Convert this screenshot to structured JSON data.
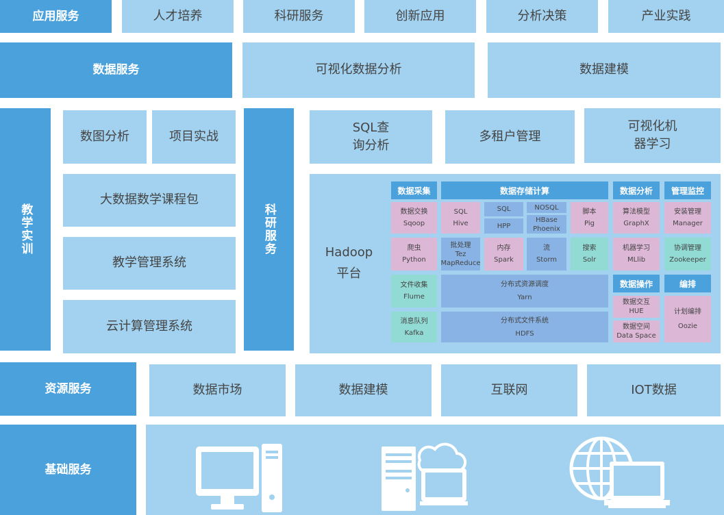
{
  "rows": {
    "app": {
      "label": "应用服务",
      "items": [
        "人才培养",
        "科研服务",
        "创新应用",
        "分析决策",
        "产业实践"
      ]
    },
    "data": {
      "label": "数据服务",
      "items": [
        "可视化数据分析",
        "数据建模"
      ]
    },
    "teaching": {
      "label": "教学实训",
      "small": [
        "数图分析",
        "项目实战"
      ],
      "items": [
        "大数据数学课程包",
        "教学管理系统",
        "云计算管理系统"
      ]
    },
    "research": {
      "label": "科研服务",
      "top": [
        "SQL查\n询分析",
        "多租户管理",
        "可视化机\n器学习"
      ]
    },
    "resource": {
      "label": "资源服务",
      "items": [
        "数据市场",
        "数据建模",
        "互联网",
        "IOT数据"
      ]
    },
    "infra": {
      "label": "基础服务",
      "icons": [
        "desktop-computer-icon",
        "server-cloud-laptop-icon",
        "globe-laptop-icon"
      ]
    }
  },
  "hadoop": {
    "title": "Hadoop\n平台",
    "headers": {
      "collect": "数据采集",
      "storage": "数据存储计算",
      "analysis": "数据分析",
      "monitor": "管理监控",
      "operation": "数据操作",
      "orchestration": "编排"
    },
    "cells": {
      "sqoop": [
        "数据交换",
        "Sqoop"
      ],
      "python": [
        "爬虫",
        "Python"
      ],
      "flume": [
        "文件收集",
        "Flume"
      ],
      "kafka": [
        "消息队列",
        "Kafka"
      ],
      "hive": [
        "SQL",
        "Hive"
      ],
      "hpp": [
        "SQL",
        "HPP"
      ],
      "nosql_top": "NOSQL",
      "hbase": [
        "HBase",
        "Phoenix"
      ],
      "pig": [
        "脚本",
        "Pig"
      ],
      "mapreduce": [
        "批处理",
        "Tez",
        "MapReduce"
      ],
      "spark": [
        "内存",
        "Spark"
      ],
      "storm": [
        "流",
        "Storm"
      ],
      "solr": [
        "搜索",
        "Solr"
      ],
      "yarn": [
        "分布式资源调度",
        "Yarn"
      ],
      "hdfs": [
        "分布式文件系统",
        "HDFS"
      ],
      "graphx": [
        "算法模型",
        "GraphX"
      ],
      "mllib": [
        "机器学习",
        "MLlib"
      ],
      "manager": [
        "安装管理",
        "Manager"
      ],
      "zookeeper": [
        "协调管理",
        "Zookeeper"
      ],
      "hue": [
        "数据交互",
        "HUE"
      ],
      "dataspace": [
        "数据空间",
        "Data Space"
      ],
      "oozie": [
        "计划编排",
        "Oozie"
      ]
    }
  },
  "colors": {
    "dark": "#4aa1dc",
    "light": "#a2d2ef",
    "pink": "#ddb7d6",
    "blue": "#89b3e4",
    "teal": "#92dbd4"
  }
}
